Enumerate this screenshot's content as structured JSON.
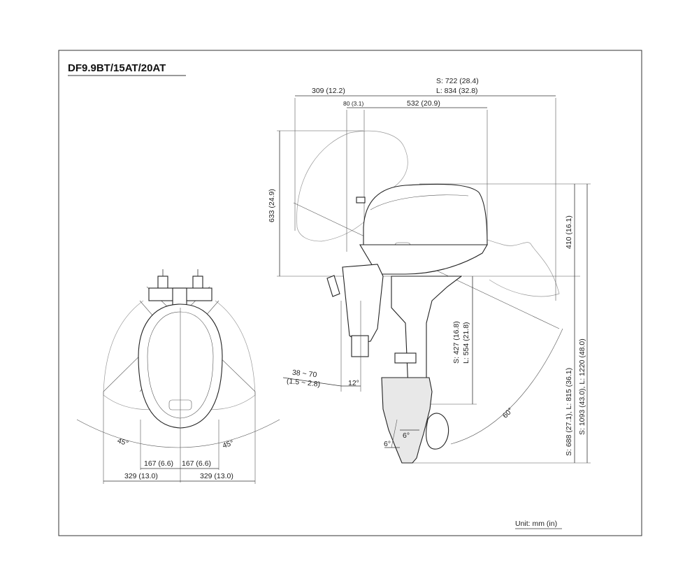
{
  "title": "DF9.9BT/15AT/20AT",
  "unit_note": "Unit: mm (in)",
  "side_view": {
    "top_s_length": "S: 722 (28.4)",
    "top_l_length": "L: 834 (32.8)",
    "rear_overhang": "309 (12.2)",
    "bracket_offset": "80 (3.1)",
    "front_length": "532 (20.9)",
    "tilt_height": "633 (24.9)",
    "cowl_height": "410 (16.1)",
    "clamp_to_plate_s": "S: 427 (16.8)",
    "clamp_to_plate_l": "L: 554 (21.8)",
    "transom_thickness_1": "38 ~ 70",
    "transom_thickness_2": "(1.5 ~ 2.8)",
    "tilt_angle": "12°",
    "trim_angle_1": "6°",
    "trim_angle_2": "6°",
    "tilt_up_angle": "60°",
    "shaft_length_s_l": "S: 688 (27.1), L: 815 (36.1)",
    "overall_height_s_l": "S: 1093 (43.0), L: 1220 (48.0)"
  },
  "top_view": {
    "swivel_left": "45°",
    "swivel_right": "45°",
    "half_width_left": "167 (6.6)",
    "half_width_right": "167 (6.6)",
    "swing_left": "329 (13.0)",
    "swing_right": "329 (13.0)"
  }
}
